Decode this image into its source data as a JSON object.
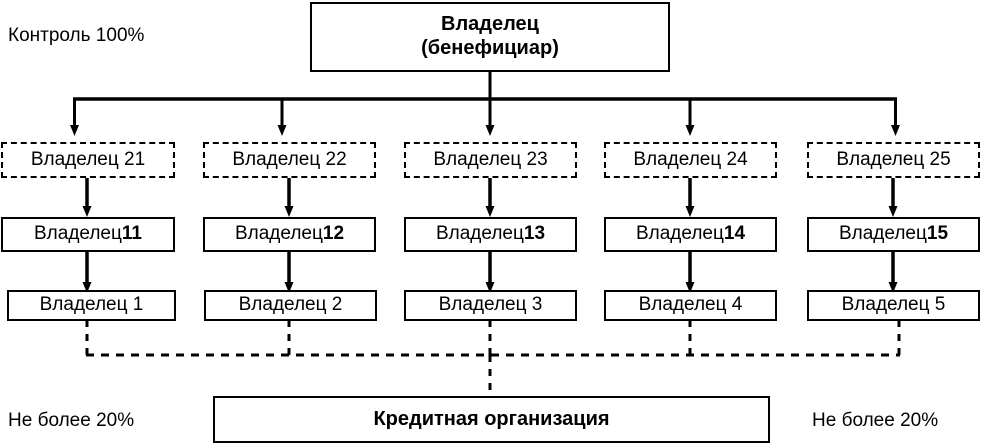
{
  "diagram": {
    "title_box": {
      "line1": "Владелец",
      "line2": "(бенефициар)"
    },
    "captions": {
      "control": "Контроль 100%",
      "limit_left": "Не более 20%",
      "limit_right": "Не более 20%"
    },
    "bank": {
      "label": "Кредитная организация"
    },
    "columns": [
      {
        "level2": "Владелец 21",
        "level1_prefix": "Владелец ",
        "level1_number": "11",
        "level0": "Владелец 1"
      },
      {
        "level2": "Владелец 22",
        "level1_prefix": "Владелец ",
        "level1_number": "12",
        "level0": "Владелец 2"
      },
      {
        "level2": "Владелец 23",
        "level1_prefix": "Владелец ",
        "level1_number": "13",
        "level0": "Владелец 3"
      },
      {
        "level2": "Владелец 24",
        "level1_prefix": "Владелец ",
        "level1_number": "14",
        "level0": "Владелец 4"
      },
      {
        "level2": "Владелец 25",
        "level1_prefix": "Владелец ",
        "level1_number": "15",
        "level0": "Владелец 5"
      }
    ],
    "colors": {
      "stroke": "#000000",
      "background": "#ffffff"
    }
  }
}
